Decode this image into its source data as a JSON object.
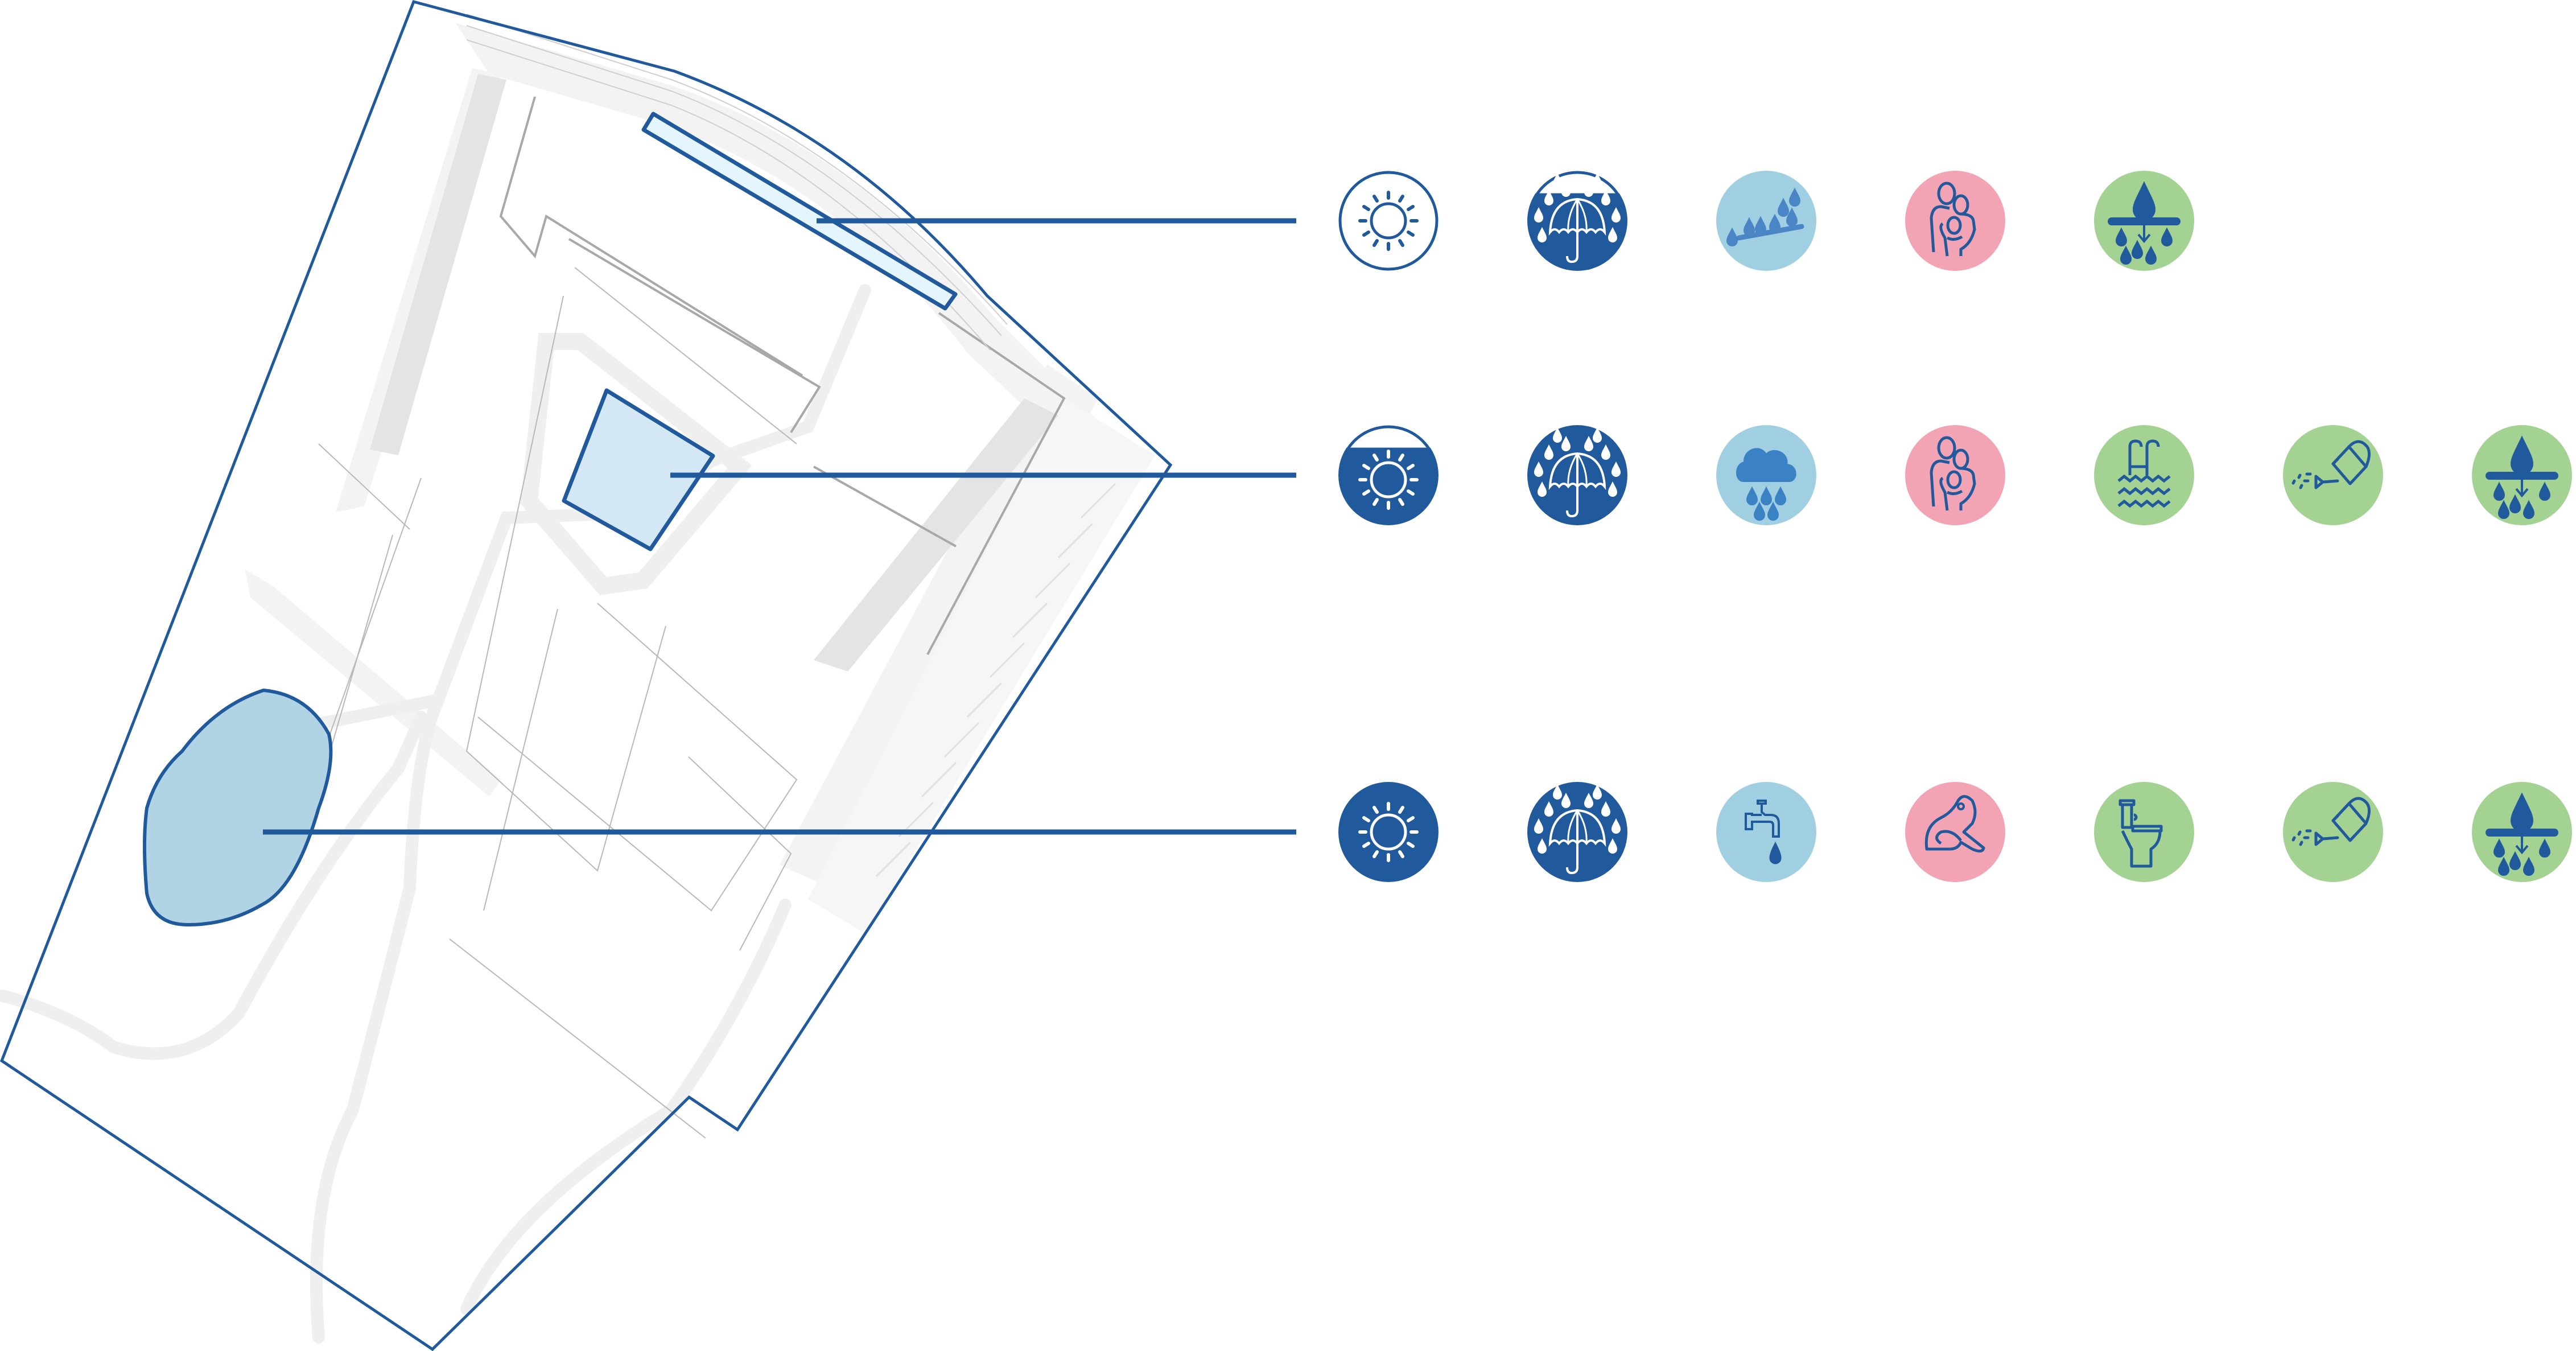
{
  "diagram": {
    "site_features": [
      {
        "id": "green-roof",
        "fill": "#e4f5fd",
        "stroke": "#215a9c",
        "icons": [
          {
            "name": "sun-outline-icon",
            "bg": "#ffffff",
            "ring": "#215a9c",
            "fg": "#215a9c"
          },
          {
            "name": "umbrella-rain-icon",
            "bg": "#215a9c",
            "fg": "#ffffff",
            "partial": true
          },
          {
            "name": "sloped-rain-runoff-icon",
            "bg": "#a0cfe2",
            "fg": "#4a85c5"
          },
          {
            "name": "family-icon",
            "bg": "#f3a4b4",
            "fg": "#215a9c"
          },
          {
            "name": "infiltration-icon",
            "bg": "#a3d293",
            "fg": "#215a9c"
          }
        ]
      },
      {
        "id": "courtyard-basin",
        "fill": "#d3e8f4",
        "stroke": "#215a9c",
        "icons": [
          {
            "name": "sun-partial-icon",
            "bg": "#215a9c",
            "fg": "#ffffff",
            "partial": true
          },
          {
            "name": "umbrella-rain-icon",
            "bg": "#215a9c",
            "fg": "#ffffff"
          },
          {
            "name": "rain-cloud-icon",
            "bg": "#a0cfe2",
            "fg": "#3b82c4"
          },
          {
            "name": "family-icon",
            "bg": "#f3a4b4",
            "fg": "#215a9c"
          },
          {
            "name": "swimming-pool-icon",
            "bg": "#a3d293",
            "fg": "#215a9c"
          },
          {
            "name": "watering-can-icon",
            "bg": "#a3d293",
            "fg": "#215a9c"
          },
          {
            "name": "infiltration-icon",
            "bg": "#a3d293",
            "fg": "#215a9c"
          }
        ]
      },
      {
        "id": "pond",
        "fill": "#b1d4e5",
        "stroke": "#215a9c",
        "icons": [
          {
            "name": "sun-icon",
            "bg": "#215a9c",
            "fg": "#ffffff"
          },
          {
            "name": "umbrella-rain-icon",
            "bg": "#215a9c",
            "fg": "#ffffff"
          },
          {
            "name": "water-tap-icon",
            "bg": "#a0cfe2",
            "fg": "#215a9c"
          },
          {
            "name": "frog-icon",
            "bg": "#f3a4b4",
            "fg": "#215a9c"
          },
          {
            "name": "toilet-icon",
            "bg": "#a3d293",
            "fg": "#215a9c"
          },
          {
            "name": "watering-can-icon",
            "bg": "#a3d293",
            "fg": "#215a9c"
          },
          {
            "name": "infiltration-icon",
            "bg": "#a3d293",
            "fg": "#215a9c"
          }
        ]
      }
    ],
    "colors": {
      "boundary": "#215a9c",
      "leader_line": "#215a9c",
      "building_line": "#a8a8a8",
      "paving": "#f2f2f2",
      "paving_dark": "#e3e3e3"
    }
  }
}
